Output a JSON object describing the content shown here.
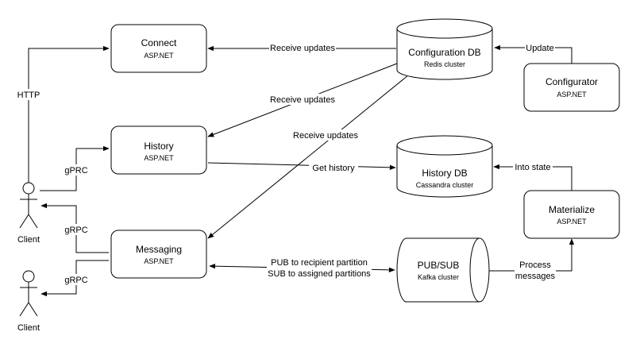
{
  "nodes": {
    "connect": {
      "title": "Connect",
      "subtitle": "ASP.NET"
    },
    "history": {
      "title": "History",
      "subtitle": "ASP.NET"
    },
    "messaging": {
      "title": "Messaging",
      "subtitle": "ASP.NET"
    },
    "config_db": {
      "title": "Configuration DB",
      "subtitle": "Redis cluster"
    },
    "configurator": {
      "title": "Configurator",
      "subtitle": "ASP.NET"
    },
    "history_db": {
      "title": "History DB",
      "subtitle": "Cassandra cluster"
    },
    "materialize": {
      "title": "Materialize",
      "subtitle": "ASP.NET"
    },
    "pubsub": {
      "title": "PUB/SUB",
      "subtitle": "Kafka cluster"
    }
  },
  "actors": {
    "client1": "Client",
    "client2": "Client"
  },
  "edges": {
    "http": "HTTP",
    "grpc_history": "gPRC",
    "grpc_messaging": "gRPC",
    "grpc_client2": "gRPC",
    "update": "Update",
    "receive_connect": "Receive updates",
    "receive_history": "Receive updates",
    "receive_messaging": "Receive updates",
    "get_history": "Get history",
    "into_state": "Into state",
    "pub_line": "PUB to recipient partition",
    "sub_line": "SUB to assigned partitions",
    "process_1": "Process",
    "process_2": "messages"
  }
}
